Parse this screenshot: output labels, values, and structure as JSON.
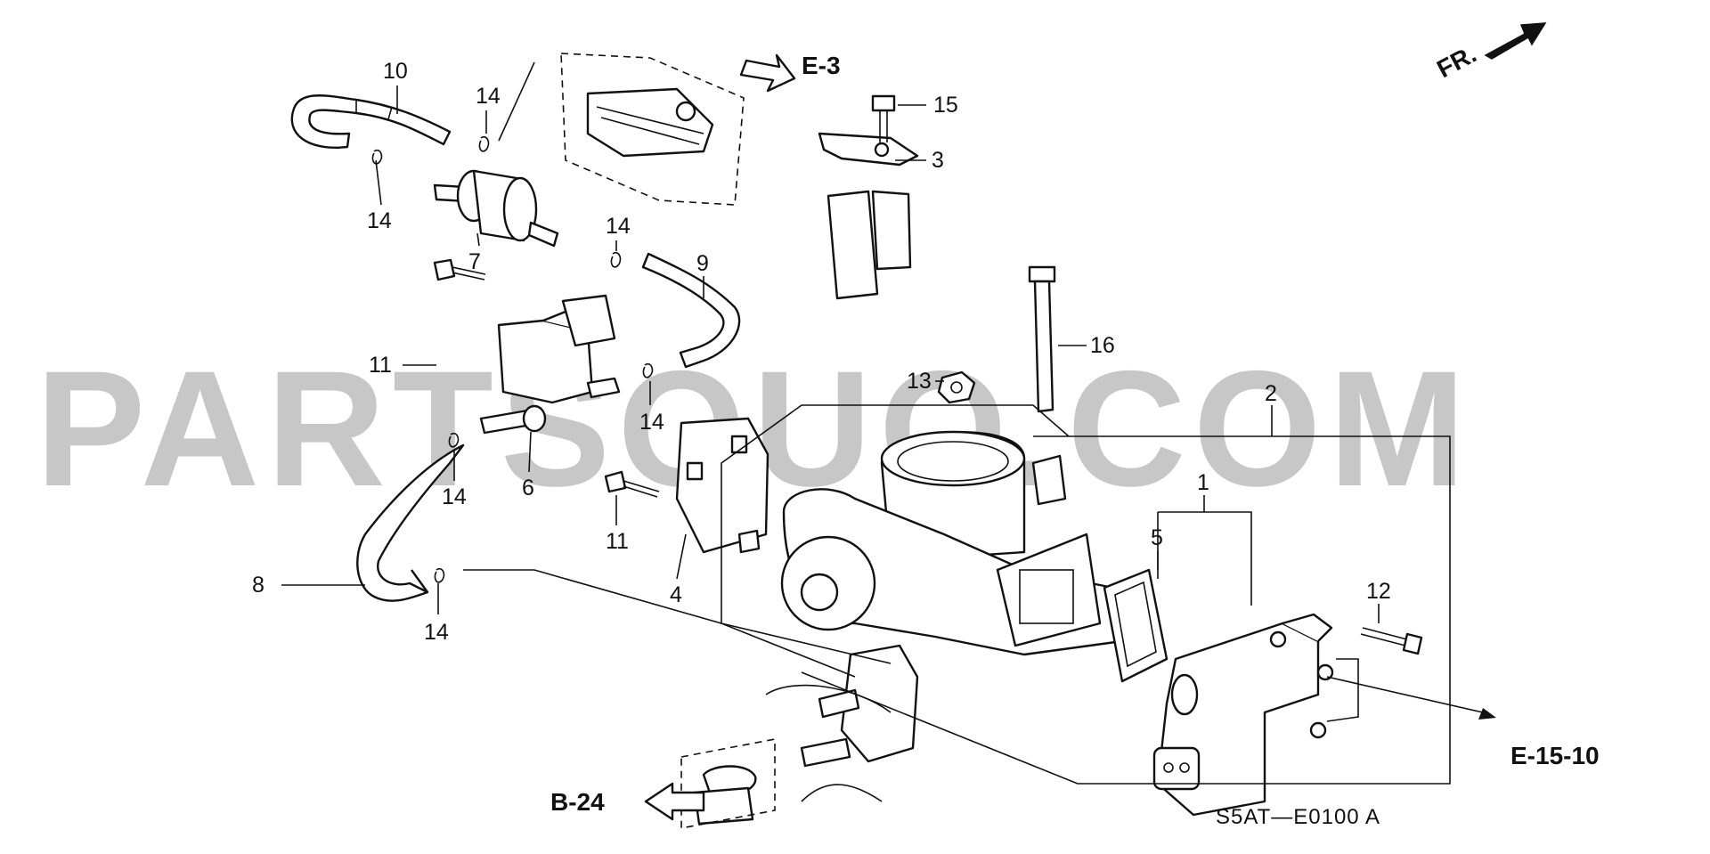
{
  "diagram": {
    "watermark": "PARTSOUQ.COM",
    "diagram_code": "S5AT—E0100 A",
    "orientation_label": "FR.",
    "references": {
      "e3": "E-3",
      "e1510": "E-15-10",
      "b24": "B-24"
    },
    "callouts": {
      "c1": "1",
      "c2": "2",
      "c3": "3",
      "c4": "4",
      "c5": "5",
      "c6": "6",
      "c7": "7",
      "c8": "8",
      "c9": "9",
      "c10": "10",
      "c11a": "11",
      "c11b": "11",
      "c12": "12",
      "c13": "13",
      "c14a": "14",
      "c14b": "14",
      "c14c": "14",
      "c14d": "14",
      "c14e": "14",
      "c14f": "14",
      "c15": "15",
      "c16": "16"
    }
  }
}
